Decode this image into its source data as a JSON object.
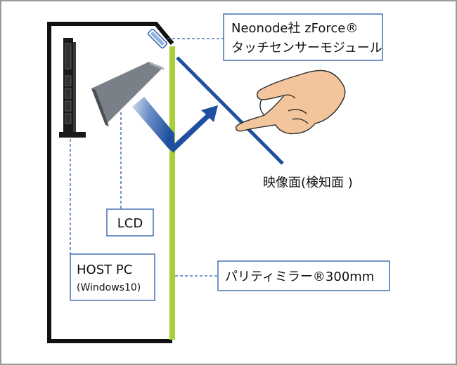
{
  "labels": {
    "touch_sensor_line1": "Neonode社 zForce®",
    "touch_sensor_line2": "タッチセンサーモジュール",
    "image_plane": "映像面(検知面 )",
    "lcd": "LCD",
    "host_pc_line1": "HOST PC",
    "host_pc_line2": "(Windows10)",
    "parity_mirror": "パリティミラー®300mm"
  },
  "colors": {
    "frame_border": "#9a9a9a",
    "enclosure": "#111111",
    "mirror": "#a6cf3a",
    "image_plane": "#1f4fa0",
    "leader_line": "#2a5aa8",
    "arrow_light": "#c5d3ea",
    "arrow_dark": "#1f4fa0",
    "lcd_panel": "#7a8088",
    "hand_skin": "#f3c59c",
    "hand_outline": "#2b2b2b"
  },
  "icons": {
    "host_pc": "pc-tower-icon",
    "lcd": "monitor-icon",
    "hand": "pointing-hand-icon",
    "sensor": "sensor-module-icon",
    "light_path": "reflection-arrow-icon"
  }
}
